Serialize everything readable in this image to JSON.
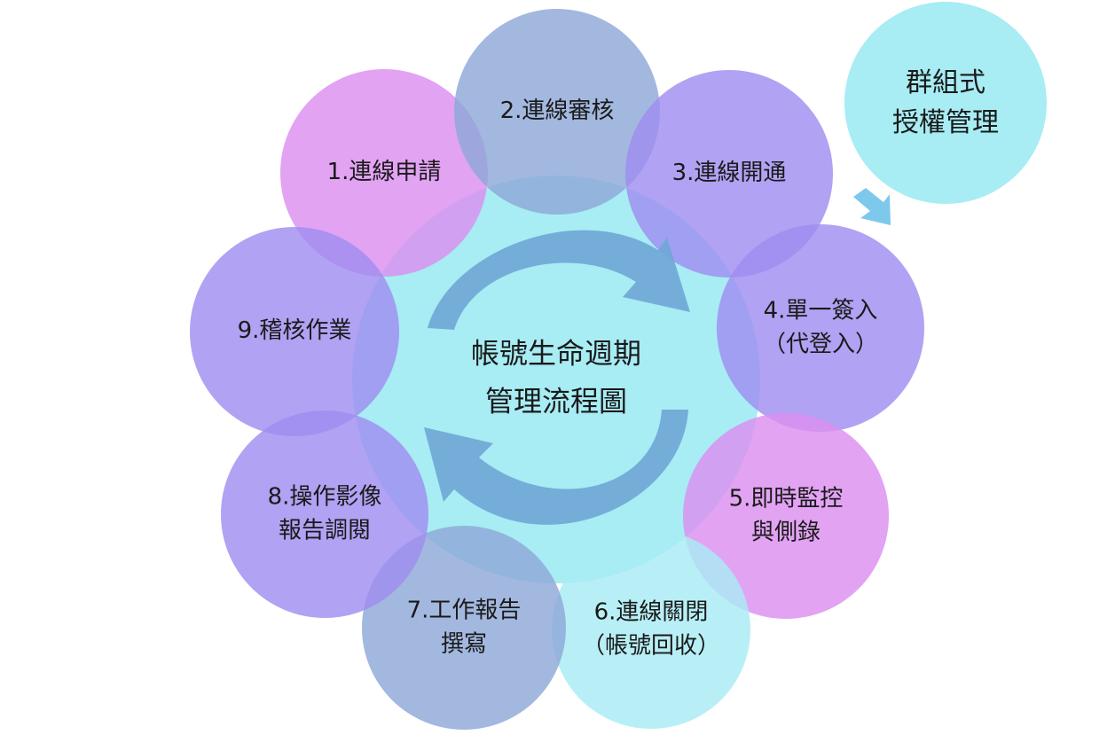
{
  "diagram": {
    "center": {
      "lines": [
        "帳號生命週期",
        "管理流程圖"
      ],
      "color": "#a8ecf4"
    },
    "steps": [
      {
        "lines": [
          "1.連線申請"
        ],
        "color": "#dc8ff0"
      },
      {
        "lines": [
          "2.連線審核"
        ],
        "color": "#8fa8d8"
      },
      {
        "lines": [
          "3.連線開通"
        ],
        "color": "#a08ef0"
      },
      {
        "lines": [
          "4.單一簽入",
          "（代登入）"
        ],
        "color": "#a08ef0"
      },
      {
        "lines": [
          "5.即時監控",
          "與側錄"
        ],
        "color": "#dc8ff0"
      },
      {
        "lines": [
          "6.連線關閉",
          "（帳號回收）"
        ],
        "color": "#a8ecf4"
      },
      {
        "lines": [
          "7.工作報告",
          "撰寫"
        ],
        "color": "#8fa8d8"
      },
      {
        "lines": [
          "8.操作影像",
          "報告調閱"
        ],
        "color": "#a08ef0"
      },
      {
        "lines": [
          "9.稽核作業"
        ],
        "color": "#a08ef0"
      }
    ],
    "group_node": {
      "lines": [
        "群組式",
        "授權管理"
      ],
      "color": "#a8ecf4"
    },
    "arrow_color": "#6fa6d6",
    "pointer_color": "#7ec8ec"
  }
}
